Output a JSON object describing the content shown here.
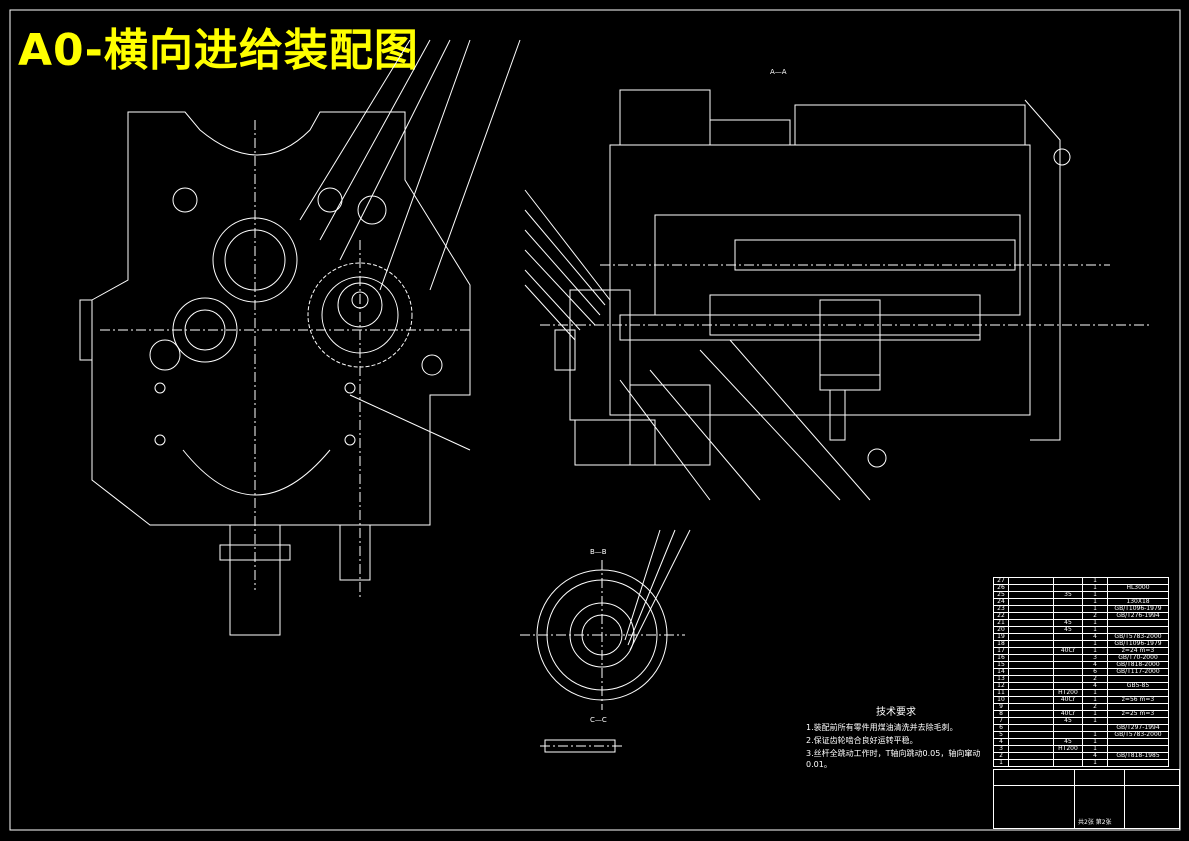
{
  "title": "A0-横向进给装配图",
  "section_labels": {
    "aa": "A—A",
    "bb": "B—B",
    "cc": "C—C"
  },
  "tech_requirements": {
    "heading": "技术要求",
    "items": [
      "1.装配前所有零件用煤油清洗并去除毛刺。",
      "2.保证齿轮啮合良好运转平稳。",
      "3.丝杆全跳动工作时，T轴向跳动0.05，轴向窜动0.01。"
    ]
  },
  "parts_list": [
    {
      "no": "27",
      "material": "",
      "qty": "1",
      "note": ""
    },
    {
      "no": "26",
      "material": "",
      "qty": "1",
      "note": "HL3000"
    },
    {
      "no": "25",
      "material": "35",
      "qty": "1",
      "note": ""
    },
    {
      "no": "24",
      "material": "",
      "qty": "1",
      "note": "130X18"
    },
    {
      "no": "23",
      "material": "",
      "qty": "1",
      "note": "GB/T1096-1979"
    },
    {
      "no": "22",
      "material": "",
      "qty": "2",
      "note": "GB/T276-1994"
    },
    {
      "no": "21",
      "material": "45",
      "qty": "1",
      "note": ""
    },
    {
      "no": "20",
      "material": "45",
      "qty": "1",
      "note": ""
    },
    {
      "no": "19",
      "material": "",
      "qty": "4",
      "note": "GB/T5783-2000"
    },
    {
      "no": "18",
      "material": "",
      "qty": "1",
      "note": "GB/T1096-1979"
    },
    {
      "no": "17",
      "material": "40Cr",
      "qty": "1",
      "note": "z=24 m=3"
    },
    {
      "no": "16",
      "material": "",
      "qty": "3",
      "note": "GB/T70-2000"
    },
    {
      "no": "15",
      "material": "",
      "qty": "4",
      "note": "GB/T818-2000"
    },
    {
      "no": "14",
      "material": "",
      "qty": "6",
      "note": "GB/T117-2000"
    },
    {
      "no": "13",
      "material": "",
      "qty": "2",
      "note": ""
    },
    {
      "no": "12",
      "material": "",
      "qty": "4",
      "note": "GB5-85"
    },
    {
      "no": "11",
      "material": "HT200",
      "qty": "1",
      "note": ""
    },
    {
      "no": "10",
      "material": "40Cr",
      "qty": "1",
      "note": "z=56 m=3"
    },
    {
      "no": "9",
      "material": "",
      "qty": "2",
      "note": ""
    },
    {
      "no": "8",
      "material": "40Cr",
      "qty": "1",
      "note": "z=25 m=3"
    },
    {
      "no": "7",
      "material": "45",
      "qty": "1",
      "note": ""
    },
    {
      "no": "6",
      "material": "",
      "qty": "",
      "note": "GB/T297-1994"
    },
    {
      "no": "5",
      "material": "",
      "qty": "1",
      "note": "GB/T5783-2000"
    },
    {
      "no": "4",
      "material": "45",
      "qty": "1",
      "note": ""
    },
    {
      "no": "3",
      "material": "HT200",
      "qty": "1",
      "note": ""
    },
    {
      "no": "2",
      "material": "",
      "qty": "4",
      "note": "GB/T818-1985"
    },
    {
      "no": "1",
      "material": "",
      "qty": "1",
      "note": ""
    }
  ],
  "title_block": {
    "sheet": "共2张 第2张"
  },
  "colors": {
    "background": "#000000",
    "lines": "#ffffff",
    "title": "#ffff00"
  }
}
